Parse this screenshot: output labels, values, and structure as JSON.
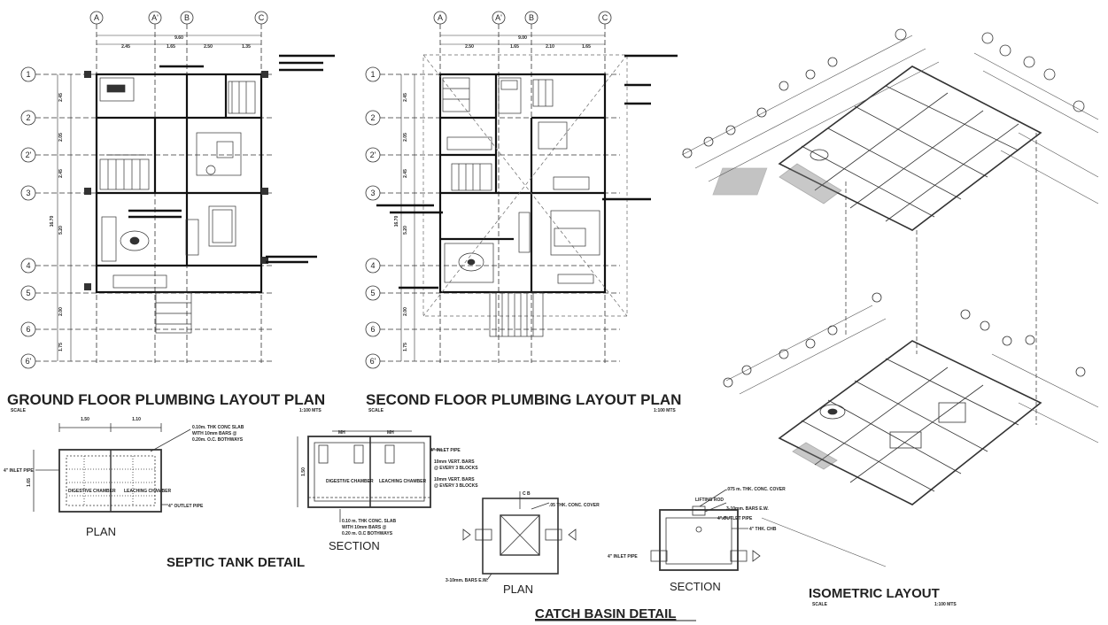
{
  "ground_plan": {
    "title": "GROUND FLOOR PLUMBING LAYOUT PLAN",
    "scale_label": "SCALE",
    "scale_value": "1:100 MTS",
    "column_grid": [
      "A",
      "A'",
      "B",
      "C"
    ],
    "row_grid": [
      "1",
      "2",
      "2'",
      "3",
      "4",
      "5",
      "6",
      "6'"
    ],
    "overall_dim": "9.60",
    "col_dims": [
      "2.45",
      "1.65",
      "2.50",
      "1.35"
    ],
    "row_dims": [
      "2.45",
      "2.05",
      "2.45",
      "5.20",
      "2.00",
      "1.75"
    ],
    "side_dim": "16.70"
  },
  "second_plan": {
    "title": "SECOND FLOOR PLUMBING LAYOUT PLAN",
    "scale_label": "SCALE",
    "scale_value": "1:100 MTS",
    "column_grid": [
      "A",
      "A'",
      "B",
      "C"
    ],
    "row_grid": [
      "1",
      "2",
      "2'",
      "3",
      "4",
      "5",
      "6",
      "6'"
    ],
    "overall_dim": "9.00",
    "col_dims": [
      "2.50",
      "1.65",
      "2.10",
      "1.65"
    ],
    "row_dims": [
      "2.45",
      "2.05",
      "2.45",
      "5.20",
      "2.00",
      "1.75"
    ],
    "side_dim": "16.70"
  },
  "septic": {
    "title": "SEPTIC TANK DETAIL",
    "plan_label": "PLAN",
    "section_label": "SECTION",
    "plan_dims": [
      "1.50",
      "1.10"
    ],
    "plan_height": "1.65",
    "inlet": "4\" INLET PIPE",
    "outlet": "4\" OUTLET PIPE",
    "slab_note": [
      "0.10m. THK CONC SLAB",
      "WITH 10mm BARS @",
      "0.20m. O.C. BOTHWAYS"
    ],
    "chambers": [
      "DIGESTIVE CHAMBER",
      "LEACHING CHAMBER"
    ],
    "mh": "MH",
    "section_height": "1.50",
    "section_inlet": "4\" INLET PIPE",
    "rebar_notes": [
      "10mm VERT. BARS",
      "@ EVERY 3 BLOCKS",
      "10mm VERT. BARS",
      "@ EVERY 3 BLOCKS"
    ],
    "bottom_note": [
      "0.10 m. THK CONC. SLAB",
      "WITH 10mm BARS @",
      "0.20 m. O.C BOTHWAYS"
    ]
  },
  "catch_basin": {
    "title": "CATCH BASIN DETAIL",
    "plan_label": "PLAN",
    "section_label": "SECTION",
    "cover": ".05 THK. CONC. COVER",
    "bars": "3-10mm. BARS E.W.",
    "section_notes": [
      ".075 m. THK. CONC. COVER",
      "LIFTING ROD",
      "3-10mm. BARS E.W.",
      "4\" OUTLET PIPE",
      "4\" THK. CHB"
    ],
    "inlet": "4\" INLET PIPE"
  },
  "isometric": {
    "title": "ISOMETRIC LAYOUT",
    "scale_label": "SCALE",
    "scale_value": "1:100 MTS"
  },
  "colors": {
    "line": "#222222",
    "heavy": "#111111",
    "faint": "#888888"
  }
}
